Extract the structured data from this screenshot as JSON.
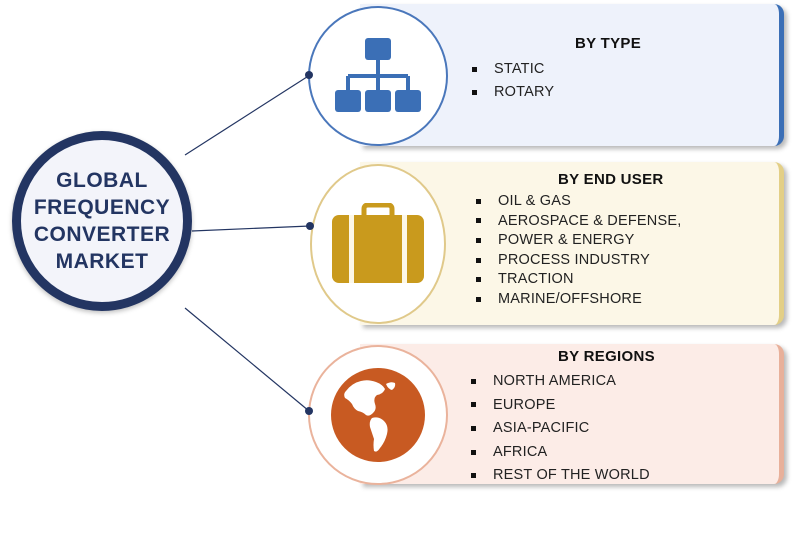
{
  "hub": {
    "title_lines": [
      "GLOBAL",
      "FREQUENCY",
      "CONVERTER",
      "MARKET"
    ]
  },
  "segments": [
    {
      "heading": "BY TYPE",
      "icon": "hierarchy-icon",
      "accent": "#3b6fb6",
      "items": [
        "STATIC",
        "ROTARY"
      ]
    },
    {
      "heading": "BY END USER",
      "icon": "briefcase-icon",
      "accent": "#c99a1d",
      "items": [
        "OIL & GAS",
        "AEROSPACE & DEFENSE,",
        "POWER & ENERGY",
        "PROCESS INDUSTRY",
        "TRACTION",
        "MARINE/OFFSHORE"
      ]
    },
    {
      "heading": "BY REGIONS",
      "icon": "globe-icon",
      "accent": "#c85a22",
      "items": [
        "NORTH AMERICA",
        "EUROPE",
        "ASIA-PACIFIC",
        "AFRICA",
        "REST OF THE WORLD"
      ]
    }
  ],
  "colors": {
    "hub_border": "#233562",
    "connector": "#233562"
  }
}
